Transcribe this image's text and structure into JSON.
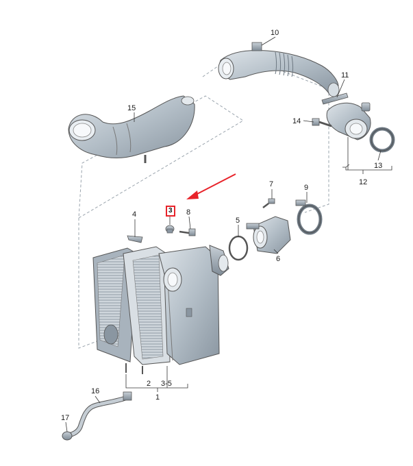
{
  "diagram": {
    "labels": {
      "l1": "1",
      "l2": "2",
      "l3": "3",
      "l35": "3-5",
      "l4": "4",
      "l5": "5",
      "l6": "6",
      "l7": "7",
      "l8": "8",
      "l9": "9",
      "l10": "10",
      "l11": "11",
      "l12": "12",
      "l13": "13",
      "l14": "14",
      "l15": "15",
      "l16": "16",
      "l17": "17"
    },
    "highlight_color": "#e8232a",
    "part_color": "#b9c3cc",
    "line_color": "#555555"
  }
}
